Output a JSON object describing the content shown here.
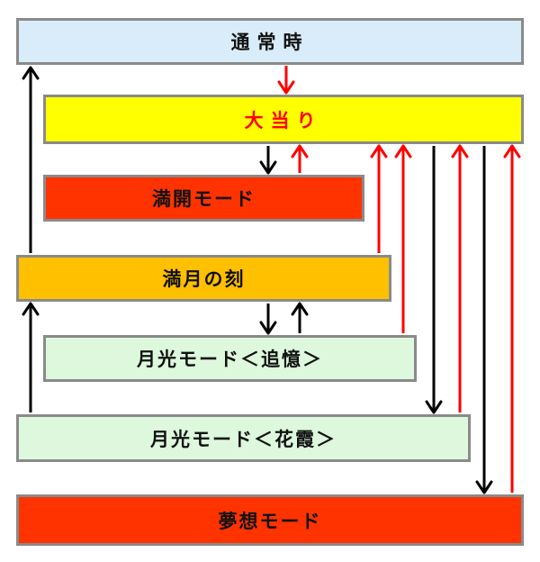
{
  "nodes": {
    "normal": {
      "label": "通常時",
      "color": "#d9ecfa"
    },
    "jackpot": {
      "label": "大当り",
      "color": "#ffff00",
      "text_color": "#ff0000"
    },
    "fullopen": {
      "label": "満開モード",
      "color": "#ff3300"
    },
    "fullmoon": {
      "label": "満月の刻",
      "color": "#ffc000"
    },
    "tsuioku": {
      "label": "月光モード＜追憶＞",
      "color": "#ddf8dd"
    },
    "kaka": {
      "label": "月光モード＜花霞＞",
      "color": "#ddf8dd"
    },
    "musou": {
      "label": "夢想モード",
      "color": "#ff3300"
    }
  },
  "arrow_colors": {
    "black": "#000000",
    "red": "#ff0000"
  }
}
